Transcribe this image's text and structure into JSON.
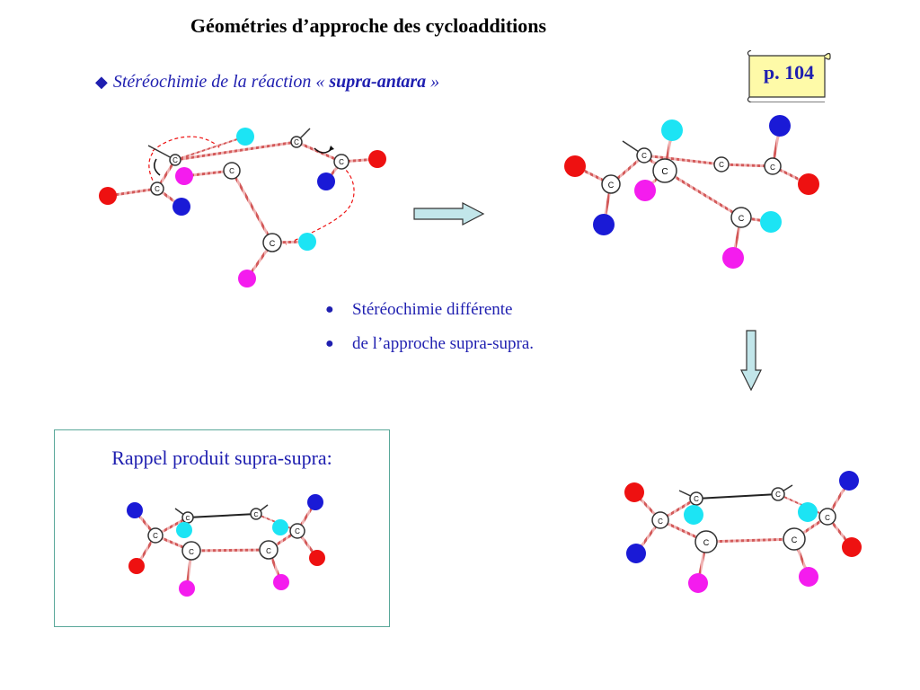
{
  "title": "Géométries d’approche des cycloadditions",
  "subtitle": {
    "prefix": "Stéréochimie de la réaction « ",
    "emph": "supra-antara",
    "suffix": " »"
  },
  "page_ref": "p. 104",
  "bullets": [
    "Stéréochimie différente",
    "de l’approche supra-supra."
  ],
  "recall_label": "Rappel produit supra-supra:",
  "atom_label": "C",
  "colors": {
    "red": "#ee1111",
    "blue": "#1a1ad6",
    "cyan": "#1ce4f4",
    "magenta": "#f41cee",
    "bond": "#c85050",
    "arrow": "#c2e6ea",
    "text_blue": "#1f1fb0",
    "scroll": "#fefaa8"
  }
}
